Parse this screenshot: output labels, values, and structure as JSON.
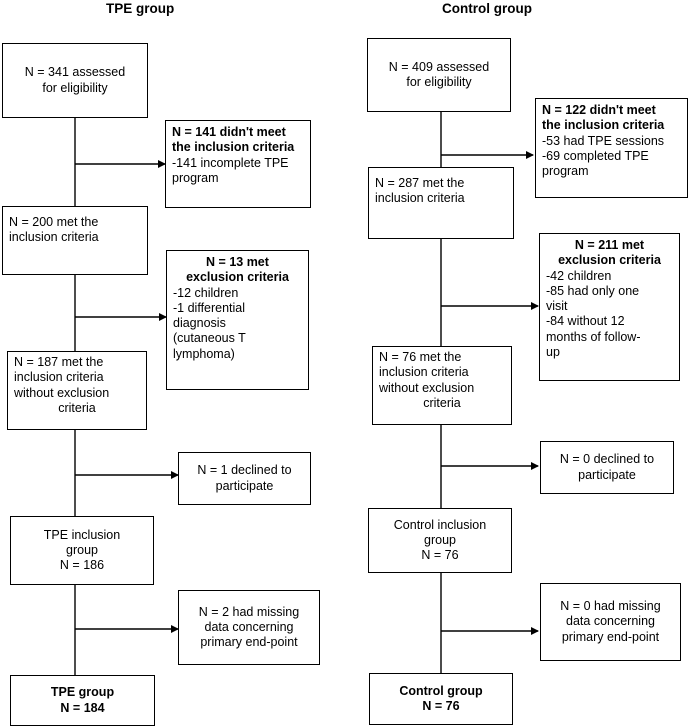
{
  "headers": {
    "tpe": "TPE group",
    "control": "Control group"
  },
  "tpe": {
    "assessed": [
      "N = 341 assessed",
      "for eligibility"
    ],
    "not_meet": {
      "title": [
        "N = 141 didn't meet",
        "the inclusion criteria"
      ],
      "items": [
        "-141 incomplete TPE",
        "program"
      ]
    },
    "met": [
      "N = 200 met the",
      "inclusion criteria"
    ],
    "exclusion": {
      "title": [
        "N = 13 met",
        "exclusion criteria"
      ],
      "items": [
        "-12 children",
        "-1 differential",
        "diagnosis",
        "(cutaneous T",
        "lymphoma)"
      ]
    },
    "met_without": [
      "N = 187 met the",
      "inclusion criteria",
      "without exclusion",
      "criteria"
    ],
    "declined": [
      "N = 1 declined to",
      "participate"
    ],
    "inclusion_group": [
      "TPE inclusion",
      "group",
      "N = 186"
    ],
    "missing": [
      "N = 2 had missing",
      "data concerning",
      "primary end-point"
    ],
    "final": [
      "TPE group",
      "N = 184"
    ]
  },
  "control": {
    "assessed": [
      "N = 409 assessed",
      "for eligibility"
    ],
    "not_meet": {
      "title": [
        "N = 122 didn't meet",
        "the inclusion criteria"
      ],
      "items": [
        "-53 had TPE sessions",
        "-69 completed TPE",
        "program"
      ]
    },
    "met": [
      "N = 287 met the",
      "inclusion criteria"
    ],
    "exclusion": {
      "title": [
        "N = 211 met",
        "exclusion criteria"
      ],
      "items": [
        "-42 children",
        "-85 had only one",
        "visit",
        "-84 without 12",
        "months of follow-",
        "up"
      ]
    },
    "met_without": [
      "N = 76 met the",
      "inclusion criteria",
      "without exclusion",
      "criteria"
    ],
    "declined": [
      "N = 0 declined to",
      "participate"
    ],
    "inclusion_group": [
      "Control inclusion",
      "group",
      "N = 76"
    ],
    "missing": [
      "N = 0 had missing",
      "data concerning",
      "primary end-point"
    ],
    "final": [
      "Control group",
      "N = 76"
    ]
  }
}
